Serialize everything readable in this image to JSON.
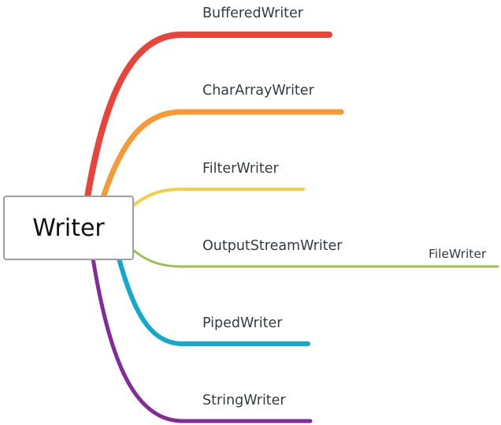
{
  "root": {
    "label": "Writer"
  },
  "branches": [
    {
      "label": "BufferedWriter",
      "color": "#e8443a"
    },
    {
      "label": "CharArrayWriter",
      "color": "#f59a36"
    },
    {
      "label": "FilterWriter",
      "color": "#f7cd45"
    },
    {
      "label": "OutputStreamWriter",
      "color": "#9bc04d",
      "children": [
        {
          "label": "FileWriter"
        }
      ]
    },
    {
      "label": "PipedWriter",
      "color": "#14a9cc"
    },
    {
      "label": "StringWriter",
      "color": "#852a99"
    }
  ]
}
